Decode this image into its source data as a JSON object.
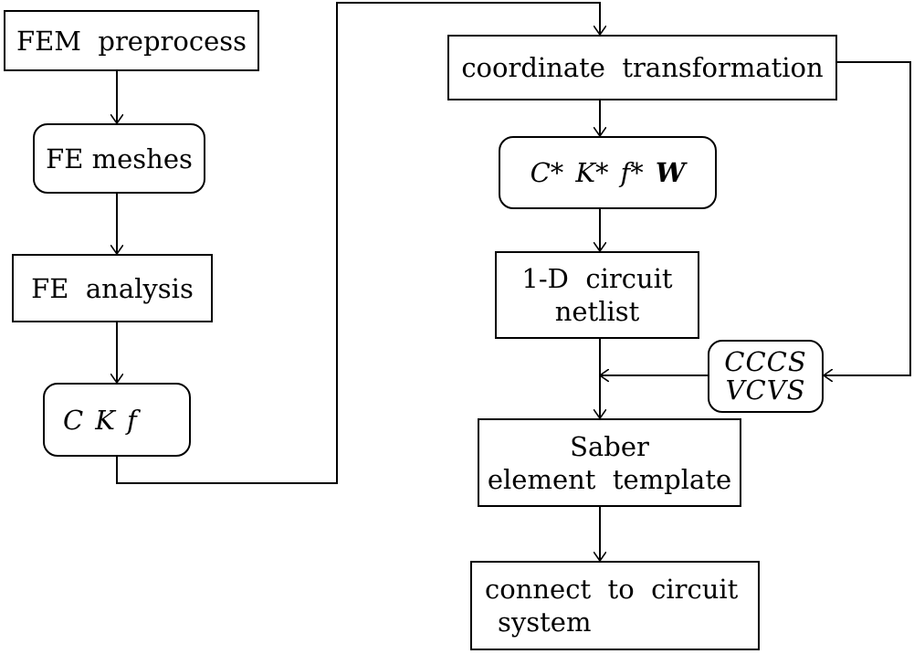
{
  "nodes": {
    "fem_preprocess": "FEM  preprocess",
    "fe_meshes": "FE meshes",
    "fe_analysis": "FE  analysis",
    "ckf": {
      "c": "C",
      "k": "K",
      "f": "f"
    },
    "coordinate_transformation": "coordinate  transformation",
    "transformed": {
      "c": "C*",
      "k": "K*",
      "f": "f*",
      "w": "W"
    },
    "circuit_netlist": {
      "line1": "1-D  circuit",
      "line2": "netlist"
    },
    "controlled_sources": {
      "line1": "CCCS",
      "line2": "VCVS"
    },
    "saber_template": {
      "line1": "Saber",
      "line2": "element  template"
    },
    "connect_circuit": {
      "line1": "connect  to  circuit",
      "line2": "system"
    }
  }
}
